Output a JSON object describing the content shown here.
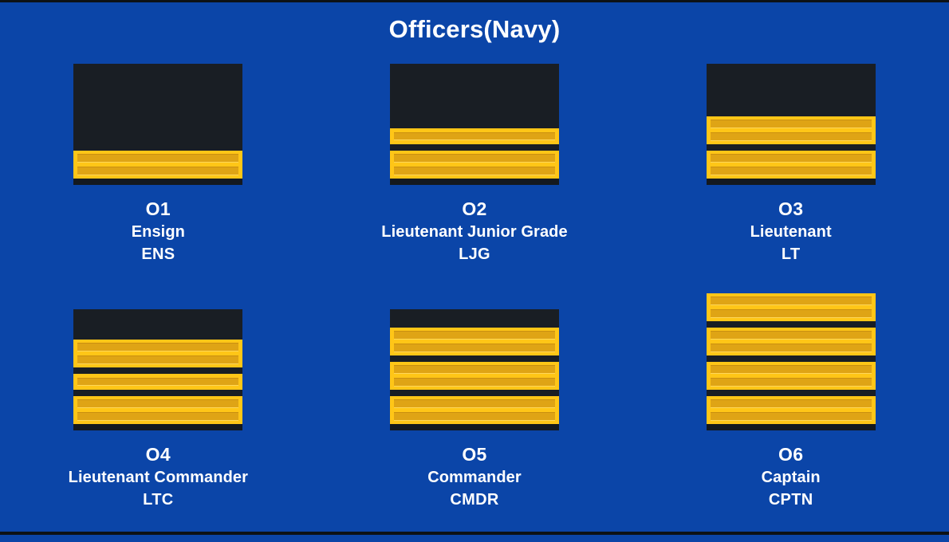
{
  "header": {
    "title": "Officers(Navy)"
  },
  "colors": {
    "background": "#0b45a8",
    "board": "#191e24",
    "stripe_gold": "#ffc617",
    "stripe_gold_dark": "#dfa415",
    "text": "#ffffff",
    "edge_bar": "#0d1216"
  },
  "ranks": [
    {
      "grade_code": "O1",
      "title": "Ensign",
      "abbr": "ENS",
      "stripes": [
        "thick"
      ]
    },
    {
      "grade_code": "O2",
      "title": "Lieutenant Junior Grade",
      "abbr": "LJG",
      "stripes": [
        "thin",
        "thick"
      ]
    },
    {
      "grade_code": "O3",
      "title": "Lieutenant",
      "abbr": "LT",
      "stripes": [
        "thick",
        "thick"
      ]
    },
    {
      "grade_code": "O4",
      "title": "Lieutenant Commander",
      "abbr": "LTC",
      "stripes": [
        "thick",
        "thin",
        "thick"
      ]
    },
    {
      "grade_code": "O5",
      "title": "Commander",
      "abbr": "CMDR",
      "stripes": [
        "thick",
        "thick",
        "thick"
      ]
    },
    {
      "grade_code": "O6",
      "title": "Captain",
      "abbr": "CPTN",
      "stripes": [
        "thick",
        "thick",
        "thick",
        "thick"
      ]
    }
  ]
}
